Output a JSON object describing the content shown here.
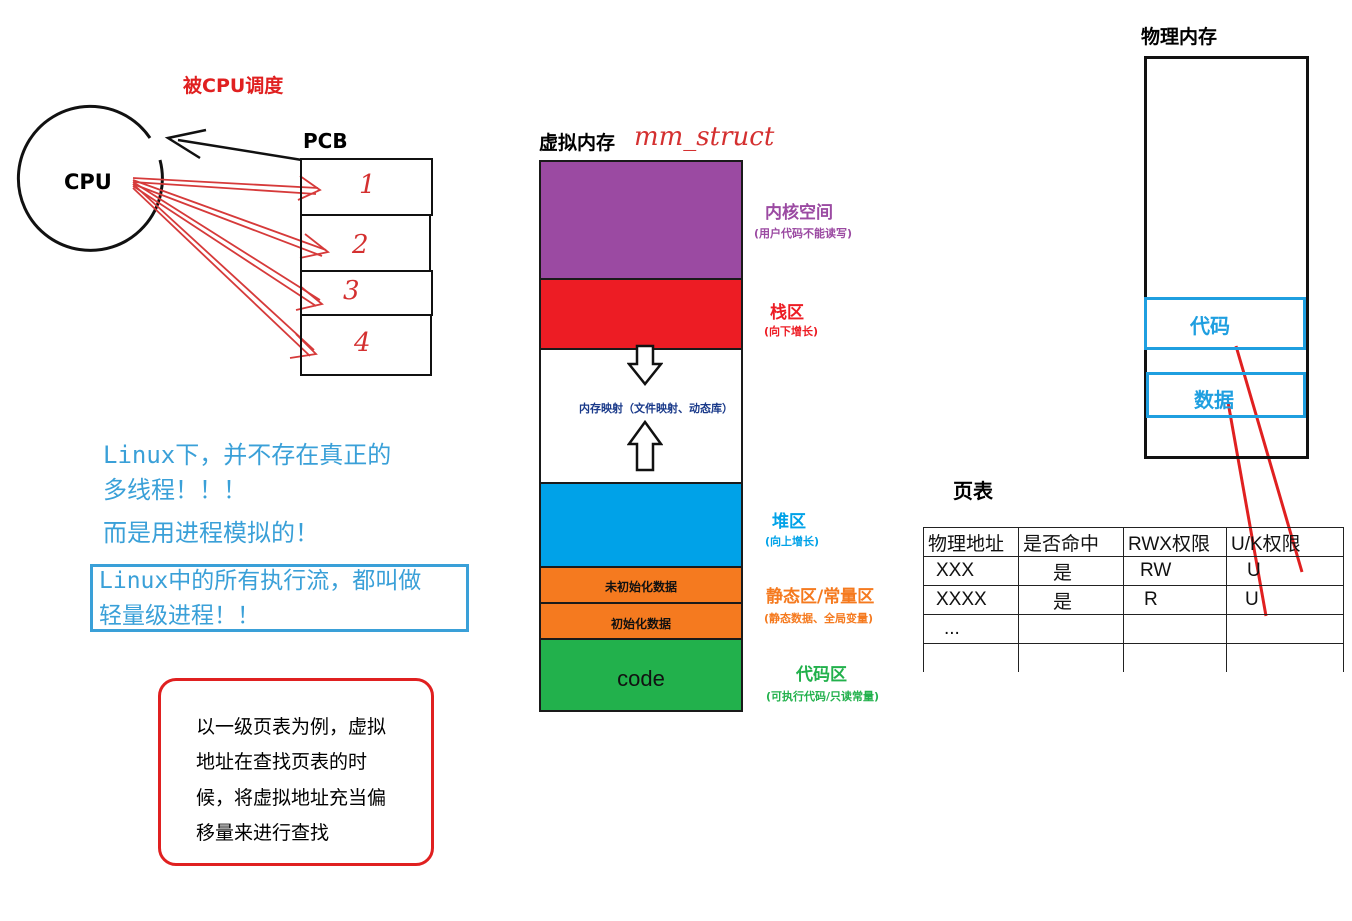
{
  "cpu": {
    "label": "CPU",
    "scheduled_label": "被CPU调度"
  },
  "pcb": {
    "title": "PCB",
    "items": [
      "1",
      "2",
      "3",
      "4"
    ]
  },
  "notes": {
    "line1": "Linux下，并不存在真正的",
    "line2": "多线程！！！",
    "line3": "而是用进程模拟的！",
    "boxed_line1": "Linux中的所有执行流，都叫做",
    "boxed_line2": "轻量级进程！！",
    "red_box": [
      "以一级页表为例，虚拟",
      "地址在查找页表的时",
      "候，将虚拟地址充当偏",
      "移量来进行查找"
    ]
  },
  "vmem": {
    "title": "虚拟内存",
    "struct_name": "mm_struct",
    "mmap_label": "内存映射（文件映射、动态库）",
    "uninit_label": "未初始化数据",
    "init_label": "初始化数据",
    "code_label": "code",
    "regions": {
      "kernel": {
        "name": "内核空间",
        "note": "(用户代码不能读写)"
      },
      "stack": {
        "name": "栈区",
        "note": "(向下增长)"
      },
      "heap": {
        "name": "堆区",
        "note": "(向上增长)"
      },
      "static": {
        "name": "静态区/常量区",
        "note": "(静态数据、全局变量)"
      },
      "code": {
        "name": "代码区",
        "note": "(可执行代码/只读常量)"
      }
    }
  },
  "pmem": {
    "title": "物理内存",
    "code_label": "代码",
    "data_label": "数据"
  },
  "page_table": {
    "title": "页表",
    "headers": [
      "物理地址",
      "是否命中",
      "RWX权限",
      "U/K权限"
    ],
    "rows": [
      [
        "XXX",
        "是",
        "RW",
        "U"
      ],
      [
        "XXXX",
        "是",
        "R",
        "U"
      ],
      [
        "...",
        "",
        "",
        ""
      ],
      [
        "",
        "",
        "",
        ""
      ]
    ]
  },
  "colors": {
    "kernel": "#9b4aa2",
    "stack": "#ed1c24",
    "heap": "#00a2e8",
    "static": "#f57a1f",
    "code": "#22b14c",
    "blue_text": "#3aa0d8",
    "red": "#e02020"
  }
}
